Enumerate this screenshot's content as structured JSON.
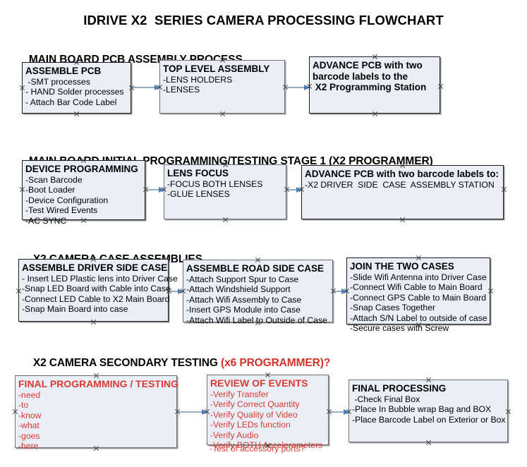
{
  "document": {
    "title": "IDRIVE X2  SERIES CAMERA PROCESSING FLOWCHART",
    "accent_color": "#d33229",
    "box_fill": "#e9eef7",
    "connector_color": "#92aec9",
    "arrowhead_color": "#4a7ebb"
  },
  "sections": [
    {
      "header": "MAIN BOARD PCB ASSEMBLY PROCESS",
      "header_accent": "",
      "boxes": [
        {
          "title": "ASSEMBLE PCB",
          "lines": [
            " -SMT processes",
            "- HAND Solder processes",
            "- Attach Bar Code Label"
          ]
        },
        {
          "title": "TOP LEVEL ASSEMBLY",
          "lines": [
            "-LENS HOLDERS",
            "-LENSES"
          ]
        },
        {
          "title": "ADVANCE PCB with two",
          "lines": [
            "barcode labels to the",
            " X2 Programming Station"
          ]
        }
      ]
    },
    {
      "header": "MAIN BOARD INITIAL PROGRAMMING/TESTING STAGE 1 (X2 PROGRAMMER)",
      "header_accent": "",
      "boxes": [
        {
          "title": "DEVICE PROGRAMMING",
          "lines": [
            "-Scan Barcode",
            "-Boot Loader",
            "-Device Configuration",
            "-Test Wired Events",
            "-AC SYNC"
          ]
        },
        {
          "title": "LENS FOCUS",
          "lines": [
            "-FOCUS BOTH LENSES",
            "-GLUE LENSES"
          ]
        },
        {
          "title": "ADVANCE PCB with two barcode labels to:",
          "lines": [
            "-X2 DRIVER  SIDE  CASE  ASSEMBLY STATION"
          ]
        }
      ]
    },
    {
      "header": "X2 CAMERA CASE ASSEMBLIES",
      "header_accent": "",
      "boxes": [
        {
          "title": "ASSEMBLE DRIVER SIDE CASE",
          "lines": [
            "- Insert LED Plastic lens into Driver Case",
            "-Snap LED Board with Cable into Case",
            "-Connect LED Cable to X2 Main Board",
            "-Snap Main Board into case"
          ]
        },
        {
          "title": "ASSEMBLE ROAD SIDE CASE",
          "lines": [
            "-Attach Support Spur to Case",
            "-Attach Windshield Support",
            "-Attach Wifi Assembly to Case",
            "-Insert GPS Module into Case",
            "-Attach Wifi Label to Outside of Case"
          ]
        },
        {
          "title": "JOIN THE TWO CASES",
          "lines": [
            "-Slide Wifi Antenna into Driver Case",
            "-Connect Wifi Cable to Main Board",
            "-Connect GPS Cable to Main Board",
            "-Snap Cases Together",
            "-Attach S/N Label to outside of case",
            "-Secure cases with Screw"
          ]
        }
      ]
    },
    {
      "header": "X2 CAMERA SECONDARY TESTING ",
      "header_accent": "(x6 PROGRAMMER)?",
      "boxes": [
        {
          "title": "FINAL PROGRAMMING / TESTING",
          "lines": [
            "-need",
            "-to",
            "-know",
            "-what",
            "-goes",
            "-here"
          ]
        },
        {
          "title": "REVIEW OF EVENTS",
          "lines": [
            "-Verify Transfer",
            "-Verify Correct Quantity",
            "-Verify Quality of Video",
            "-Verify LEDs function",
            "-Verify Audio",
            "-Verify BOTH Accelerometers"
          ],
          "overflow_line": "-Test of accessory ports?"
        },
        {
          "title": "FINAL PROCESSING",
          "lines": [
            " -Check Final Box",
            "-Place In Bubble wrap Bag and BOX",
            "-Place Barcode Label on Exterior or Box"
          ]
        }
      ]
    }
  ]
}
